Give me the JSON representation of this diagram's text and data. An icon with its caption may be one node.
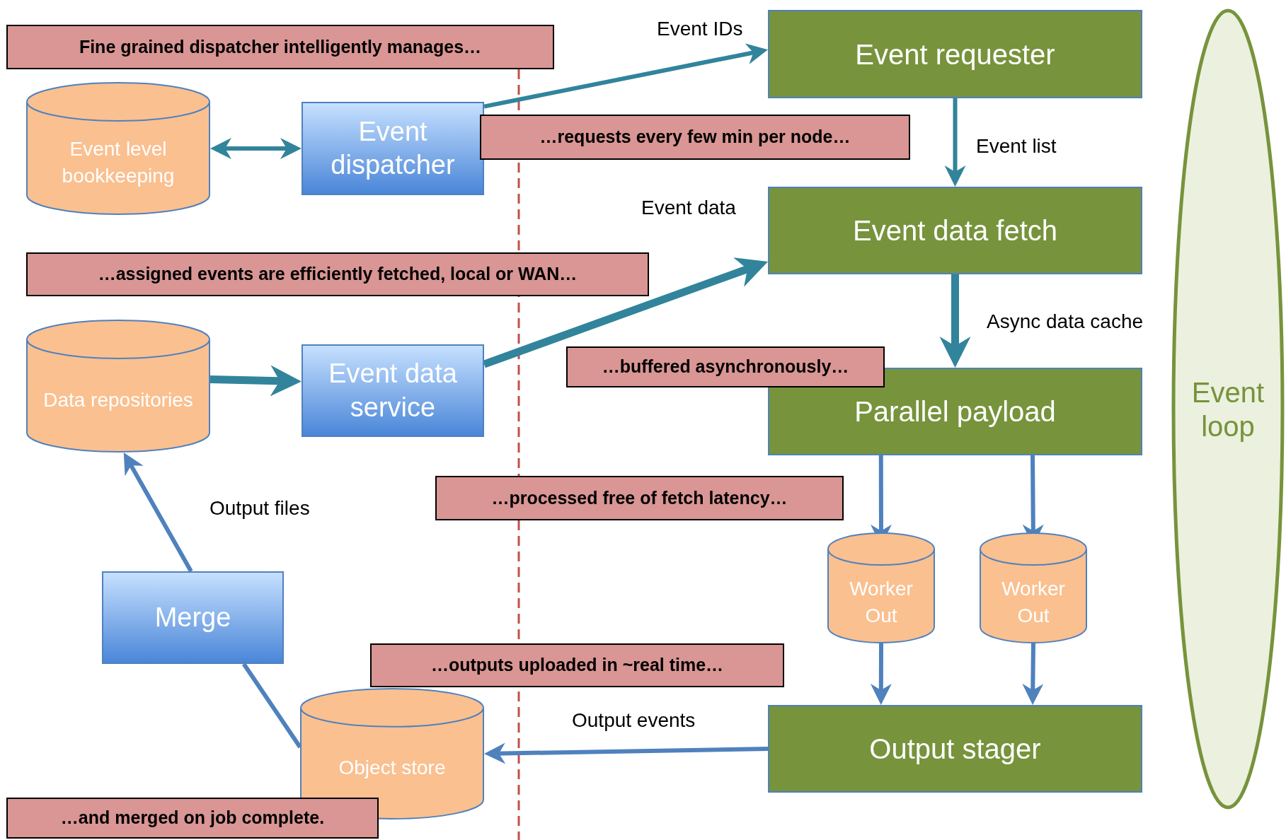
{
  "diagram": {
    "nodes": [
      {
        "text": [
          "Fine grained dispatcher intelligently manages…"
        ]
      },
      {
        "text": [
          "Event requester"
        ]
      },
      {
        "text": [
          "Event level bookkeeping"
        ]
      },
      {
        "text": [
          "Event dispatcher"
        ]
      },
      {
        "text": [
          "…requests every few min per node…"
        ]
      },
      {
        "text": [
          "Event data fetch"
        ]
      },
      {
        "text": [
          "…assigned events are efficiently fetched, local or WAN…"
        ]
      },
      {
        "text": [
          "Data repositories"
        ]
      },
      {
        "text": [
          "Event data service"
        ]
      },
      {
        "text": [
          "…buffered asynchronously…"
        ]
      },
      {
        "text": [
          "Parallel payload"
        ]
      },
      {
        "text": [
          "Event loop"
        ]
      },
      {
        "text": [
          "…processed free of fetch latency…"
        ]
      },
      {
        "text": [
          "Worker Out"
        ]
      },
      {
        "text": [
          "Worker Out"
        ]
      },
      {
        "text": [
          "Merge"
        ]
      },
      {
        "text": [
          "…outputs uploaded in ~real time…"
        ]
      },
      {
        "text": [
          "Object store"
        ]
      },
      {
        "text": [
          "Output stager"
        ]
      },
      {
        "text": [
          "…and merged on job complete."
        ]
      }
    ],
    "edges": [
      {
        "from": 2,
        "to": 3,
        "arrow": "both",
        "color": "#31849b"
      },
      {
        "from": 3,
        "to": 1,
        "arrow": "to",
        "label": "Event IDs",
        "color": "#31849b"
      },
      {
        "from": 1,
        "to": 5,
        "arrow": "to",
        "label": "Event list",
        "color": "#31849b"
      },
      {
        "from": 8,
        "to": 5,
        "arrow": "to",
        "label": "Event data",
        "style": "thick",
        "color": "#31849b"
      },
      {
        "from": 7,
        "to": 8,
        "arrow": "to",
        "style": "thick",
        "color": "#31849b"
      },
      {
        "from": 5,
        "to": 10,
        "arrow": "to",
        "label": "Async data cache",
        "style": "thick",
        "color": "#31849b"
      },
      {
        "from": 10,
        "to": 13,
        "arrow": "to"
      },
      {
        "from": 10,
        "to": 14,
        "arrow": "to"
      },
      {
        "from": 13,
        "to": 18,
        "arrow": "to"
      },
      {
        "from": 14,
        "to": 18,
        "arrow": "to"
      },
      {
        "from": 18,
        "to": 17,
        "arrow": "to",
        "label": "Output events"
      },
      {
        "from": 17,
        "to": 15,
        "arrow": "none"
      },
      {
        "from": 15,
        "to": 7,
        "arrow": "to",
        "label": "Output files"
      }
    ]
  }
}
